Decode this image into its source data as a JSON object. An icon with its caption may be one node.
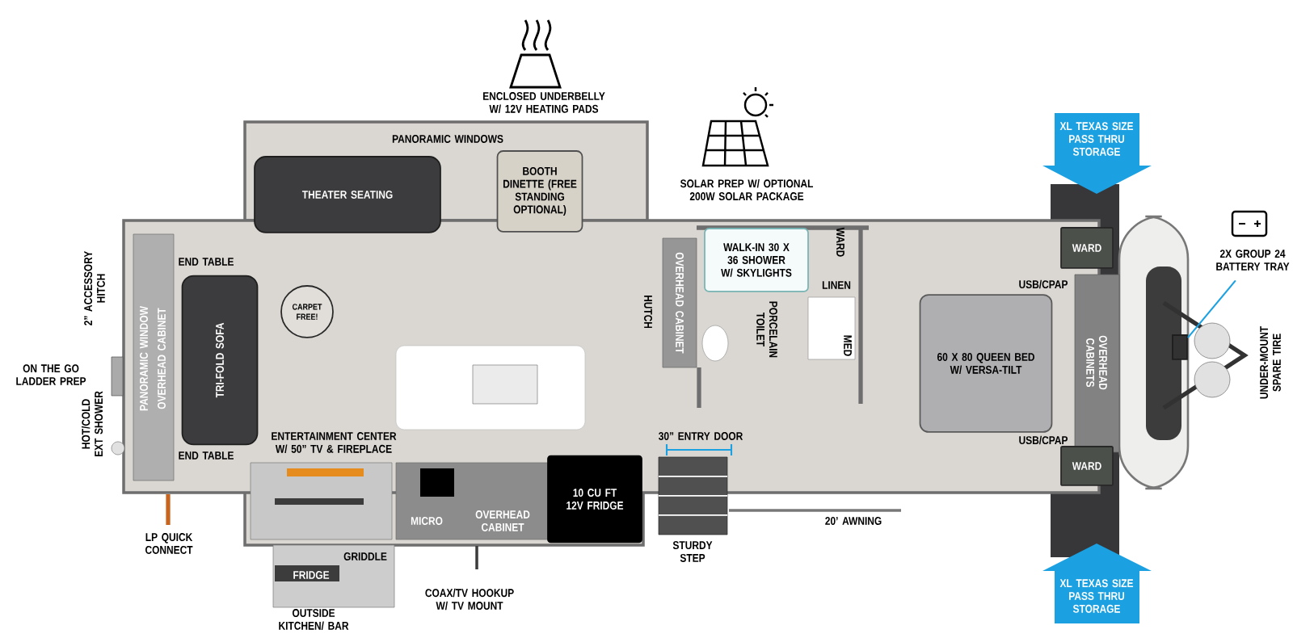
{
  "diagram": {
    "nodes": [
      {
        "text": [
          "THEATER SEATING"
        ]
      },
      {
        "text": [
          "BOOTH DINETTE (FREE STANDING OPTIONAL)"
        ]
      },
      {
        "text": [
          "TRI-FOLD SOFA"
        ]
      },
      {
        "text": [
          "CARPET FREE!"
        ]
      },
      {
        "text": [
          "WALK-IN 30 X 36 SHOWER W/ SKYLIGHTS"
        ]
      },
      {
        "text": [
          "10 CU FT 12V FRIDGE"
        ]
      },
      {
        "text": [
          "60 X 80 QUEEN BED W/ VERSA-TILT"
        ]
      },
      {
        "text": [
          "WARD"
        ]
      },
      {
        "text": [
          "WARD"
        ]
      },
      {
        "text": [
          "XL TEXAS SIZE PASS THRU STORAGE"
        ]
      },
      {
        "text": [
          "XL TEXAS SIZE PASS THRU STORAGE"
        ]
      },
      {
        "text": [
          "2X GROUP 24 BATTERY TRAY"
        ]
      },
      {
        "text": [],
        "shape": "box"
      }
    ],
    "edges": [
      {
        "from": 11,
        "to": 12,
        "arrow": "none",
        "color": "#1ba1e2"
      }
    ],
    "labels": [
      "ENCLOSED UNDERBELLY W/ 12V HEATING PADS",
      "PANORAMIC WINDOWS",
      "SOLAR PREP W/ OPTIONAL 200W SOLAR PACKAGE",
      "END TABLE",
      "2” ACCESSORY HITCH",
      "PANORAMIC WINDOW",
      "OVERHEAD CABINET",
      "HUTCH",
      "OVERHEAD CABINET",
      "WARD",
      "LINEN",
      "PORCELAIN TOILET",
      "MED",
      "USB/CPAP",
      "OVERHEAD CABINETS",
      "UNDER-MOUNT SPARE TIRE",
      "ON THE GO LADDER PREP",
      "HOT/COLD EXT SHOWER",
      "ENTERTAINMENT CENTER W/ 50” TV & FIREPLACE",
      "END TABLE",
      "30” ENTRY DOOR",
      "USB/CPAP",
      "MICRO",
      "OVERHEAD CABINET",
      "STURDY STEP",
      "20’ AWNING",
      "LP QUICK CONNECT",
      "GRIDDLE",
      "FRIDGE",
      "COAX/TV HOOKUP W/ TV MOUNT",
      "OUTSIDE KITCHEN/ BAR"
    ]
  }
}
